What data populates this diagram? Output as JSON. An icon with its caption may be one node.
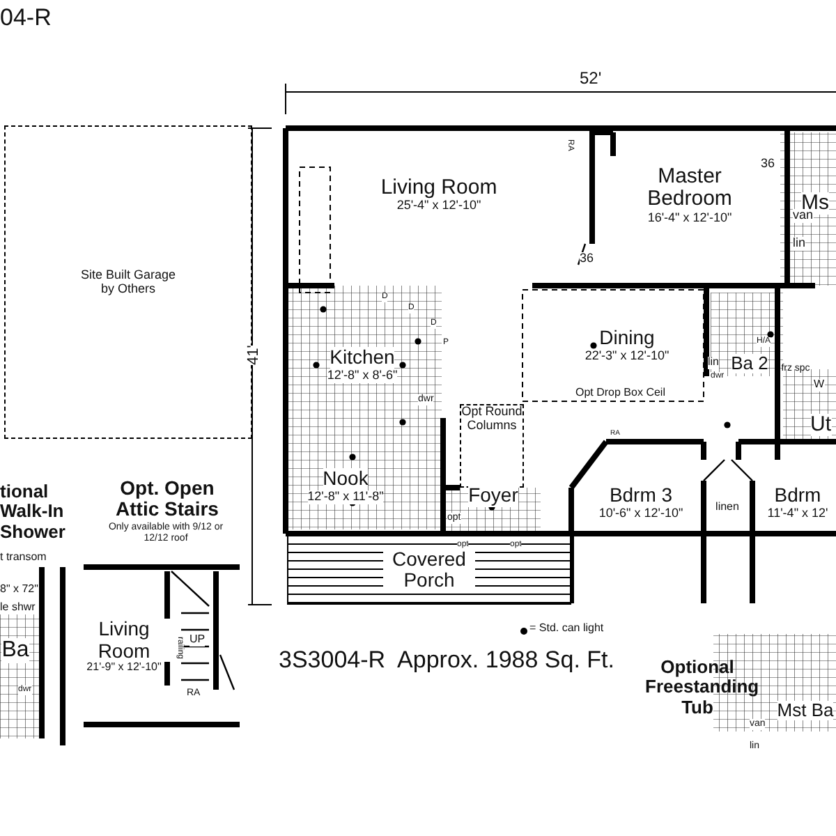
{
  "diagram": {
    "caption": "3S3004-R  Approx. 1988 Sq. Ft.",
    "nodes": [
      {
        "text": [
          "Site Built Garage by Others"
        ]
      },
      {
        "text": [
          "Living Room",
          "25'-4\" x 12'-10\""
        ]
      },
      {
        "text": [
          "Master Bedroom",
          "16'-4\" x 12'-10\""
        ]
      },
      {
        "text": [
          "Ms"
        ]
      },
      {
        "text": [
          "Kitchen",
          "12'-8\" x 8'-6\""
        ]
      },
      {
        "text": [
          "Dining",
          "22'-3\" x 12'-10\""
        ]
      },
      {
        "text": [
          "Ba 2"
        ]
      },
      {
        "text": [
          "Ut"
        ]
      },
      {
        "text": [
          "Opt Round Columns"
        ]
      },
      {
        "text": [
          "Nook",
          "12'-8\" x 11'-8\""
        ]
      },
      {
        "text": [
          "Foyer"
        ]
      },
      {
        "text": [
          "linen"
        ]
      },
      {
        "text": [
          "Bdrm 3",
          "10'-6\" x 12'-10\""
        ]
      },
      {
        "text": [
          "Bdrm",
          "11'-4\" x 12'"
        ]
      },
      {
        "text": [
          "Covered Porch"
        ]
      },
      {
        "text": [
          "Ba"
        ]
      },
      {
        "text": [
          "Living Room",
          "21'-9\" x 12'-10\""
        ]
      },
      {
        "text": [
          "Mst Ba"
        ]
      }
    ],
    "labels": [
      "04-R",
      "52'",
      "41'",
      "RA",
      "36",
      "van",
      "lin",
      "36",
      "D",
      "D",
      "D",
      "P",
      "dwr",
      "H/A",
      "lin",
      "dwr",
      "frz spc",
      "W",
      "Opt Drop Box Ceil",
      "RA",
      "opt",
      "opt",
      "opt",
      "= Std. can light",
      "tional Walk-In Shower",
      "Opt. Open Attic Stairs",
      "Only available with 9/12 or 12/12 roof",
      "t transom",
      "8\" x 72\"",
      "le shwr",
      "dwr",
      "railing",
      "UP",
      "RA",
      "Optional Freestanding Tub",
      "van",
      "lin"
    ]
  }
}
